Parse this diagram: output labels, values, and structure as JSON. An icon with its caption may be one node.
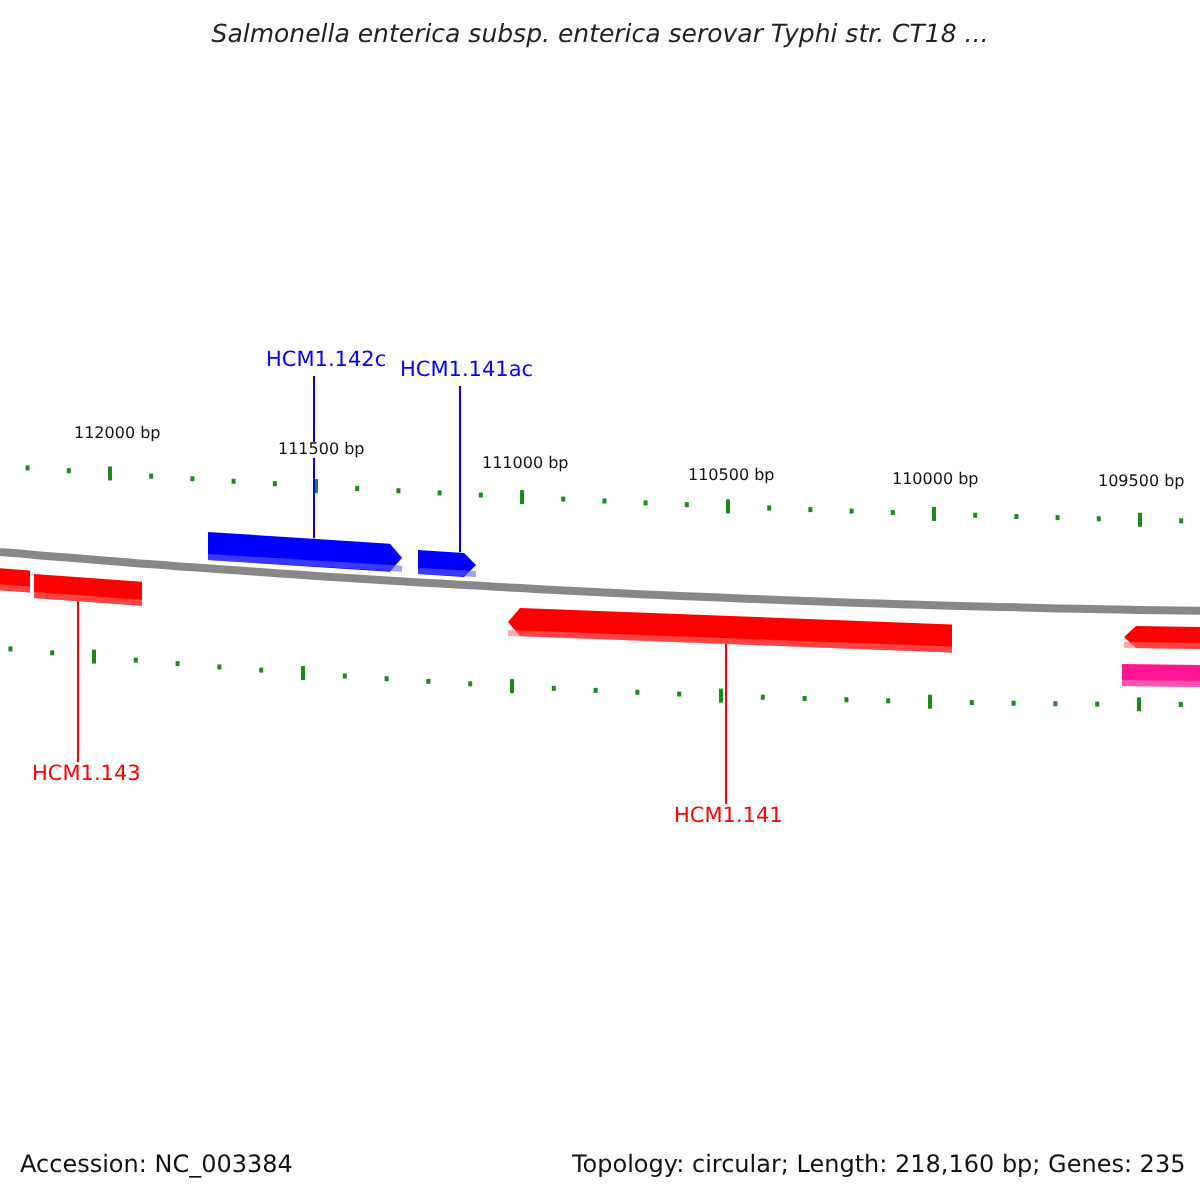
{
  "diagram": {
    "title": "Salmonella enterica subsp. enterica serovar Typhi str. CT18 ...",
    "nodes": [
      {
        "text": [
          "HCM1.142c"
        ]
      },
      {
        "text": [
          "HCM1.141ac"
        ]
      },
      {
        "text": [
          "HCM1.143"
        ]
      },
      {
        "text": [
          "HCM1.141"
        ]
      },
      {
        "text": [],
        "shape": "bar"
      },
      {
        "text": [],
        "shape": "bar"
      },
      {
        "text": [],
        "shape": "arrow"
      },
      {
        "text": [],
        "shape": "arrow"
      },
      {
        "text": [],
        "shape": "arrow"
      },
      {
        "text": [],
        "shape": "arrow"
      },
      {
        "text": [],
        "shape": "bar"
      }
    ],
    "edges": [
      {
        "from": 0,
        "to": 6,
        "arrow": "none",
        "color": "#0000ff"
      },
      {
        "from": 1,
        "to": 7,
        "arrow": "none",
        "color": "#0000ff"
      },
      {
        "from": 2,
        "to": 5,
        "arrow": "none",
        "color": "#ff0000"
      },
      {
        "from": 3,
        "to": 8,
        "arrow": "none",
        "color": "#ff0000"
      }
    ],
    "labels": [
      "112000 bp",
      "111500 bp",
      "111000 bp",
      "110500 bp",
      "110000 bp",
      "109500 bp",
      "Accession: NC_003384",
      "Topology: circular; Length: 218,160 bp; Genes: 235"
    ]
  }
}
